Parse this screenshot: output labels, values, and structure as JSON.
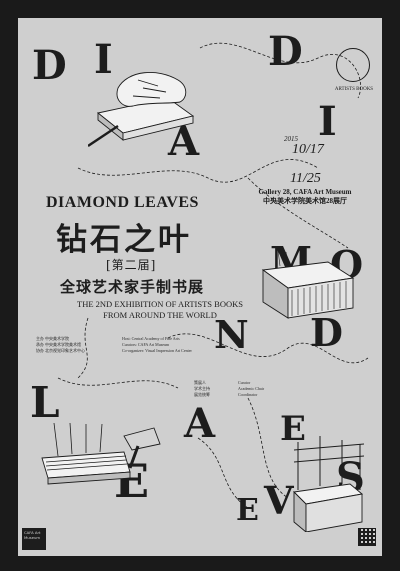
{
  "letters": {
    "d1": "D",
    "i1": "I",
    "a1": "A",
    "d2": "D",
    "i2": "I",
    "m": "M",
    "o": "O",
    "n": "N",
    "d3": "D",
    "l": "L",
    "e1": "E",
    "a2": "A",
    "e2": "E",
    "v": "V",
    "e3": "E",
    "s": "S"
  },
  "title": {
    "en": "DIAMOND LEAVES",
    "cn": "钻石之叶",
    "edition": "[第二届]",
    "sub_cn": "全球艺术家手制书展",
    "sub_en_line1": "THE 2ND EXHIBITION OF ARTISTS BOOKS",
    "sub_en_line2": "FROM AROUND THE WORLD"
  },
  "dates": {
    "year": "2015",
    "start": "10/17",
    "end": "11/25",
    "gallery_en": "Gallery 28, CAFA Art Museum",
    "gallery_cn": "中央美术学院美术馆28展厅"
  },
  "credits": {
    "left_a": "主办  中央美术学院",
    "left_b": "承办  中央美术学院美术馆",
    "left_c": "协办  北京视觉印象艺术中心",
    "right_a": "Host: Central Academy of Fine Arts",
    "right_b": "Curators: CAFA Art Museum",
    "right_c": "Co-organizer: Visual Impression Art Center",
    "mid_a": "策展人",
    "mid_b": "学术主持",
    "mid_c": "展览统筹",
    "mid_d": "Curator",
    "mid_e": "Academic Chair",
    "mid_f": "Coordinator"
  },
  "logo_text": "CAFA Art Museum",
  "stamp_text": "ARTISTS BOOKS"
}
